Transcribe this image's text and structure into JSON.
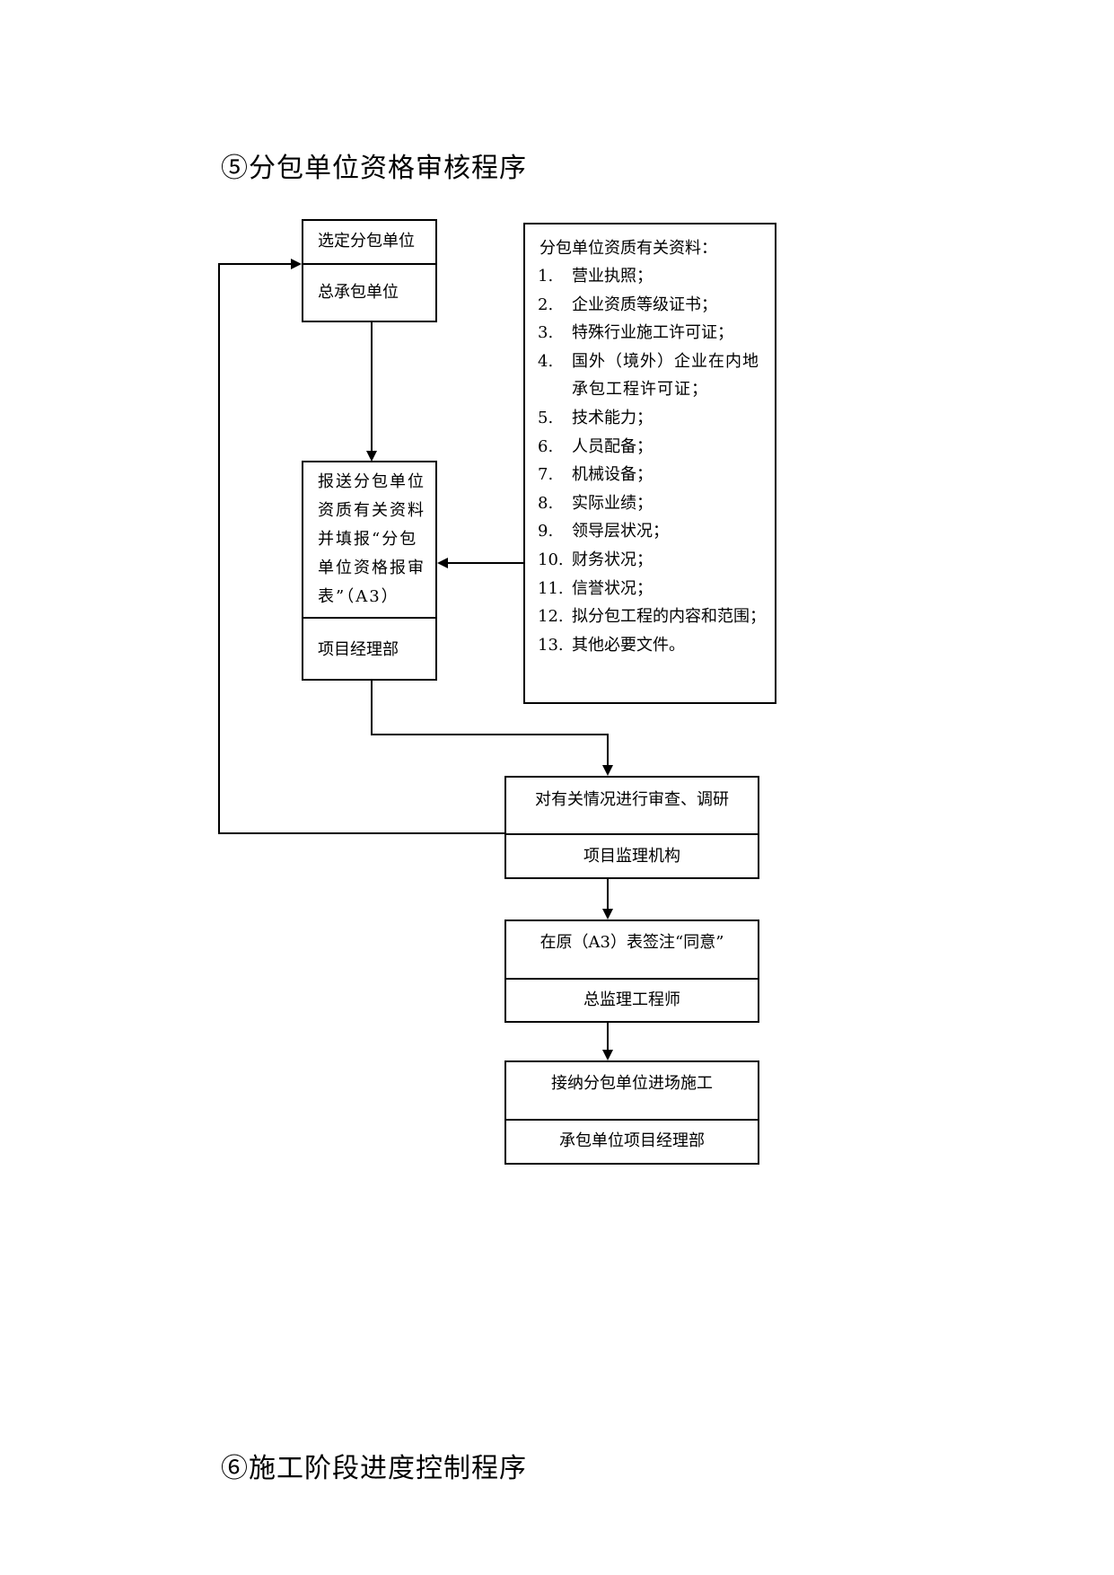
{
  "headings": {
    "section5": "⑤分包单位资格审核程序",
    "section6": "⑥施工阶段进度控制程序"
  },
  "boxes": {
    "select": {
      "task": "选定分包单位",
      "actor": "总承包单位"
    },
    "submit": {
      "task": "报送分包单位资质有关资料并填报“分包单位资格报审表”（A3）",
      "actor": "项目经理部"
    },
    "review": {
      "task": "对有关情况进行审查、调研",
      "actor": "项目监理机构"
    },
    "approve": {
      "task": "在原（A3）表签注“同意”",
      "actor": "总监理工程师"
    },
    "accept": {
      "task": "接纳分包单位进场施工",
      "actor": "承包单位项目经理部"
    }
  },
  "materials": {
    "title": "分包单位资质有关资料：",
    "items": [
      {
        "num": "1.",
        "text": "营业执照；"
      },
      {
        "num": "2.",
        "text": "企业资质等级证书；"
      },
      {
        "num": "3.",
        "text": "特殊行业施工许可证；"
      },
      {
        "num": "4.",
        "text": "国外（境外）企业在内地承包工程许可证；"
      },
      {
        "num": "5.",
        "text": "技术能力；"
      },
      {
        "num": "6.",
        "text": "人员配备；"
      },
      {
        "num": "7.",
        "text": "机械设备；"
      },
      {
        "num": "8.",
        "text": "实际业绩；"
      },
      {
        "num": "9.",
        "text": "领导层状况；"
      },
      {
        "num": "10.",
        "text": "财务状况；"
      },
      {
        "num": "11.",
        "text": "信誉状况；"
      },
      {
        "num": "12.",
        "text": "拟分包工程的内容和范围；"
      },
      {
        "num": "13.",
        "text": "其他必要文件。"
      }
    ]
  }
}
